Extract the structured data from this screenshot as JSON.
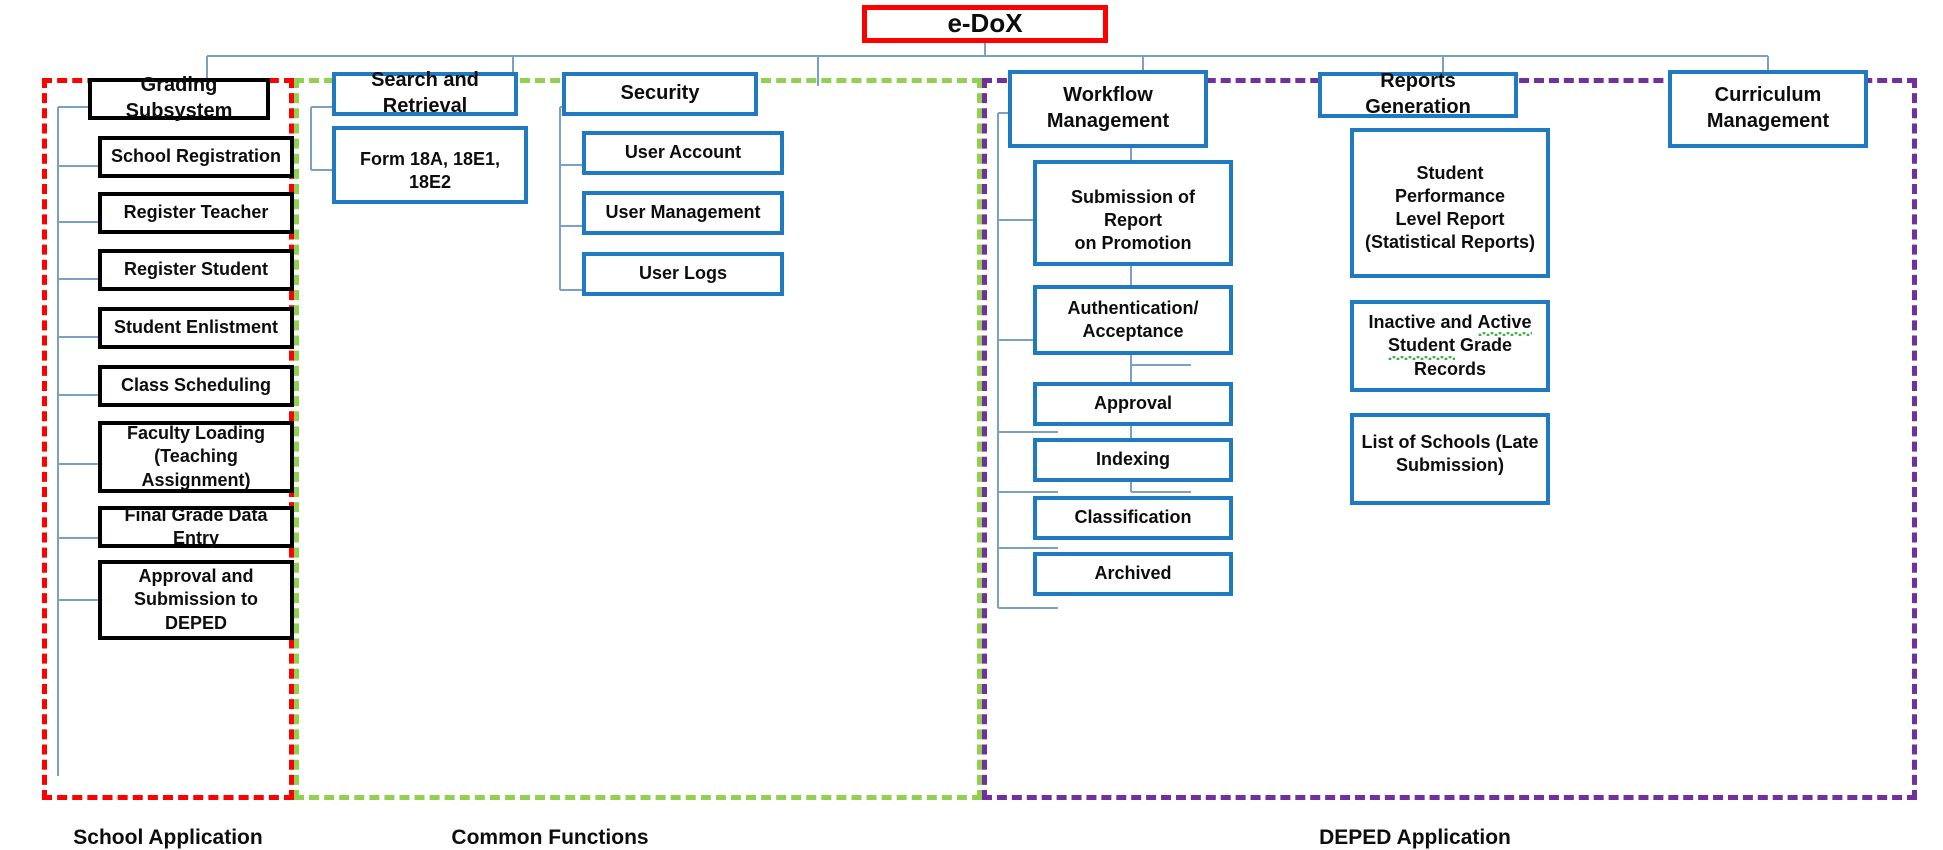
{
  "diagram": {
    "root": {
      "label": "e-DoX",
      "border_color": "#ff0000"
    },
    "colors": {
      "blue_border": "#1f7ac0",
      "black_border": "#000000",
      "red_group": "#ff0000",
      "green_group": "#92d050",
      "purple_group": "#7030a0",
      "connector": "#7aa0c4"
    },
    "groups": [
      {
        "id": "school-application",
        "caption": "School Application",
        "color": "#ff0000"
      },
      {
        "id": "common-functions",
        "caption": "Common Functions",
        "color": "#92d050"
      },
      {
        "id": "deped-application",
        "caption": "DEPED Application",
        "color": "#7030a0"
      }
    ],
    "columns": [
      {
        "id": "grading-subsystem",
        "header": "Grading Subsystem",
        "style": "black",
        "children": [
          "School  Registration",
          "Register Teacher",
          "Register Student",
          "Student Enlistment",
          "Class  Scheduling",
          "Faculty  Loading\n(Teaching  Assignment)",
          "Final Grade Data Entry",
          "Approval and\nSubmission  to DEPED"
        ]
      },
      {
        "id": "search-and-retrieval",
        "header": "Search and Retrieval",
        "style": "blue",
        "children": [
          "Form 18A, 18E1, 18E2"
        ]
      },
      {
        "id": "security",
        "header": "Security",
        "style": "blue",
        "children": [
          "User Account",
          "User Management",
          "User Logs"
        ]
      },
      {
        "id": "workflow-management",
        "header": "Workflow\nManagement",
        "style": "blue",
        "children": [
          "Submission  of Report\non Promotion",
          "Authentication/\nAcceptance",
          "Approval",
          "Indexing",
          "Classification",
          "Archived"
        ]
      },
      {
        "id": "reports-generation",
        "header": "Reports Generation",
        "style": "blue",
        "children": [
          "Student Performance\nLevel Report\n(Statistical  Reports)",
          "Inactive and Active\nStudent Grade\nRecords",
          "List of Schools (Late\nSubmission)"
        ]
      },
      {
        "id": "curriculum-management",
        "header": "Curriculum\nManagement",
        "style": "blue",
        "children": []
      }
    ]
  }
}
